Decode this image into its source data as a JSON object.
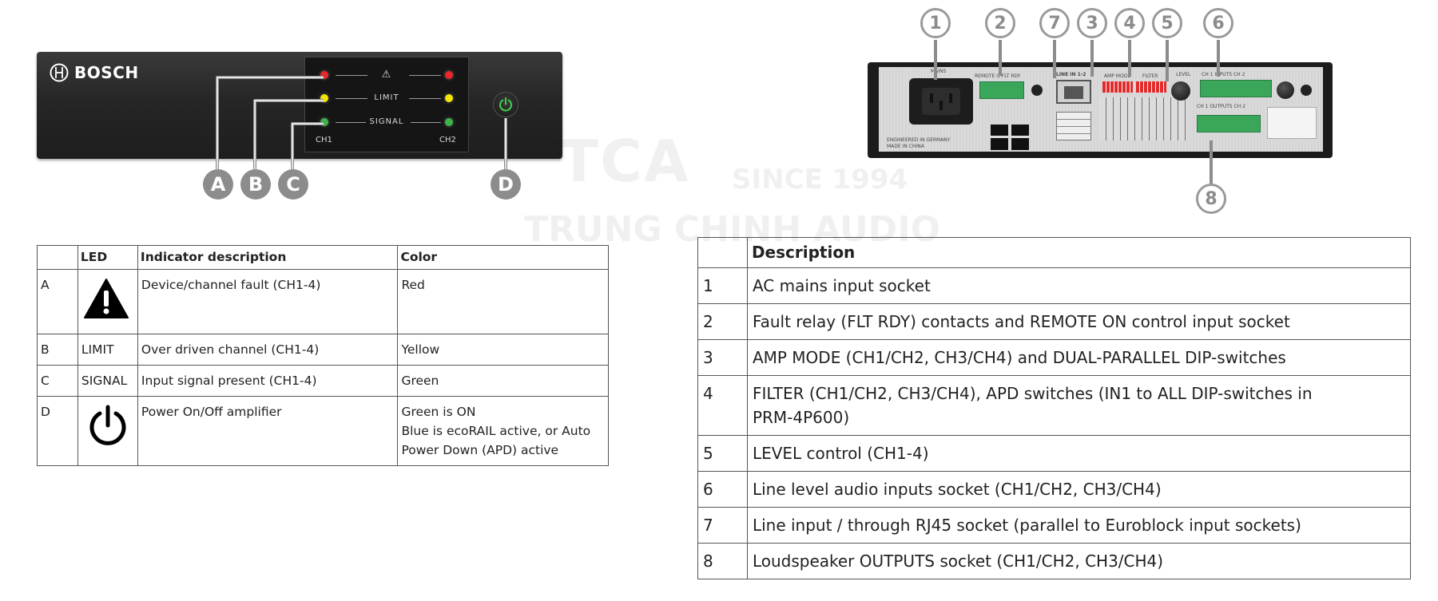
{
  "front_panel": {
    "brand": "BOSCH",
    "led_labels": {
      "fault": "⚠",
      "limit": "LIMIT",
      "signal": "SIGNAL"
    },
    "channels": {
      "left": "CH1",
      "right": "CH2"
    },
    "colors": {
      "red": "#e8262b",
      "yellow": "#f2e600",
      "green": "#3bb54a",
      "power": "#3bd14a"
    }
  },
  "front_callouts": [
    "A",
    "B",
    "C",
    "D"
  ],
  "rear_callouts": [
    "1",
    "2",
    "7",
    "3",
    "4",
    "5",
    "6",
    "8"
  ],
  "watermark": {
    "brand": "TCA",
    "since": "SINCE 1994",
    "name": "TRUNG CHINH AUDIO"
  },
  "led_table": {
    "headers": [
      "",
      "LED",
      "Indicator description",
      "Color"
    ],
    "rows": [
      {
        "id": "A",
        "led": "",
        "led_icon": "warning-triangle-icon",
        "description": "Device/channel fault (CH1-4)",
        "color": [
          "Red"
        ]
      },
      {
        "id": "B",
        "led": "LIMIT",
        "description": "Over driven channel (CH1-4)",
        "color": [
          "Yellow"
        ]
      },
      {
        "id": "C",
        "led": "SIGNAL",
        "description": "Input signal present (CH1-4)",
        "color": [
          "Green"
        ]
      },
      {
        "id": "D",
        "led": "",
        "led_icon": "power-icon",
        "description": "Power On/Off amplifier",
        "color": [
          "Green is ON",
          "Blue is ecoRAIL active, or Auto",
          "Power Down (APD) active"
        ]
      }
    ]
  },
  "desc_table": {
    "headers": [
      "",
      "Description"
    ],
    "rows": [
      {
        "num": "1",
        "description": "AC mains input socket"
      },
      {
        "num": "2",
        "description": "Fault relay (FLT RDY) contacts and REMOTE ON control input socket"
      },
      {
        "num": "3",
        "description": "AMP MODE (CH1/CH2, CH3/CH4) and DUAL-PARALLEL DIP-switches"
      },
      {
        "num": "4",
        "description": "FILTER (CH1/CH2, CH3/CH4), APD switches (IN1 to ALL DIP-switches in PRM-4P600)"
      },
      {
        "num": "5",
        "description": "LEVEL control (CH1-4)"
      },
      {
        "num": "6",
        "description": "Line level audio inputs socket (CH1/CH2, CH3/CH4)"
      },
      {
        "num": "7",
        "description": "Line input / through RJ45 socket (parallel to Euroblock input sockets)"
      },
      {
        "num": "8",
        "description": "Loudspeaker OUTPUTS socket (CH1/CH2, CH3/CH4)"
      }
    ]
  }
}
